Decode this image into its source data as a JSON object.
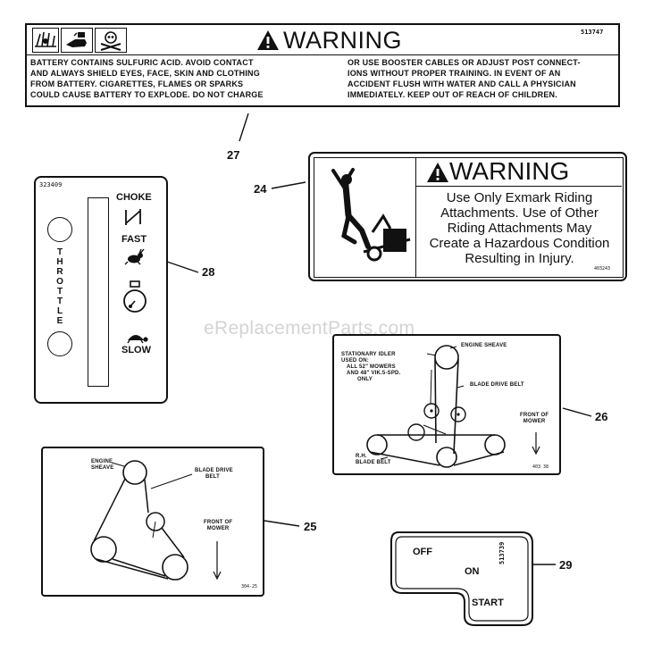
{
  "watermark": "eReplacementParts.com",
  "decal_27": {
    "part_no": "513747",
    "heading": "WARNING",
    "left_lines": [
      "BATTERY CONTAINS SULFURIC ACID. AVOID CONTACT",
      "AND ALWAYS SHIELD EYES, FACE, SKIN AND CLOTHING",
      "FROM BATTERY.  CIGARETTES, FLAMES OR SPARKS",
      "COULD CAUSE BATTERY TO EXPLODE.  DO NOT CHARGE"
    ],
    "right_lines": [
      "OR USE BOOSTER CABLES OR ADJUST POST CONNECT-",
      "IONS WITHOUT PROPER TRAINING.  IN EVENT OF AN",
      "ACCIDENT FLUSH WITH WATER AND CALL A PHYSICIAN",
      "IMMEDIATELY. KEEP OUT OF REACH OF CHILDREN."
    ],
    "callout": "27"
  },
  "decal_24": {
    "heading": "WARNING",
    "lines": [
      "Use Only Exmark Riding",
      "Attachments.  Use of Other",
      "Riding Attachments May",
      "Create a Hazardous Condition",
      "Resulting in Injury."
    ],
    "part_no": "403243",
    "callout": "24"
  },
  "decal_28": {
    "part_no": "323409",
    "choke": "CHOKE",
    "fast": "FAST",
    "slow": "SLOW",
    "throttle_letters": [
      "T",
      "H",
      "R",
      "O",
      "T",
      "T",
      "L",
      "E"
    ],
    "callout": "28"
  },
  "decal_26": {
    "engine_sheave": "ENGINE SHEAVE",
    "idler_lines": [
      "STATIONARY IDLER",
      "USED ON:",
      "ALL 52\" MOWERS",
      "AND 48\" VIK.5-SPD.",
      "ONLY"
    ],
    "blade_drive_belt": "BLADE DRIVE BELT",
    "front_lines": [
      "FRONT OF",
      "MOWER"
    ],
    "rh_lines": [
      "R.H.",
      "BLADE BELT"
    ],
    "part_no": "403 38",
    "callout": "26"
  },
  "decal_25": {
    "engine_lines": [
      "ENGINE",
      "SHEAVE"
    ],
    "belt_lines": [
      "BLADE DRIVE",
      "BELT"
    ],
    "front_lines": [
      "FRONT OF",
      "MOWER"
    ],
    "part_no": "304-25",
    "callout": "25"
  },
  "decal_29": {
    "off": "OFF",
    "on": "ON",
    "start": "START",
    "part_no": "513739",
    "callout": "29"
  }
}
